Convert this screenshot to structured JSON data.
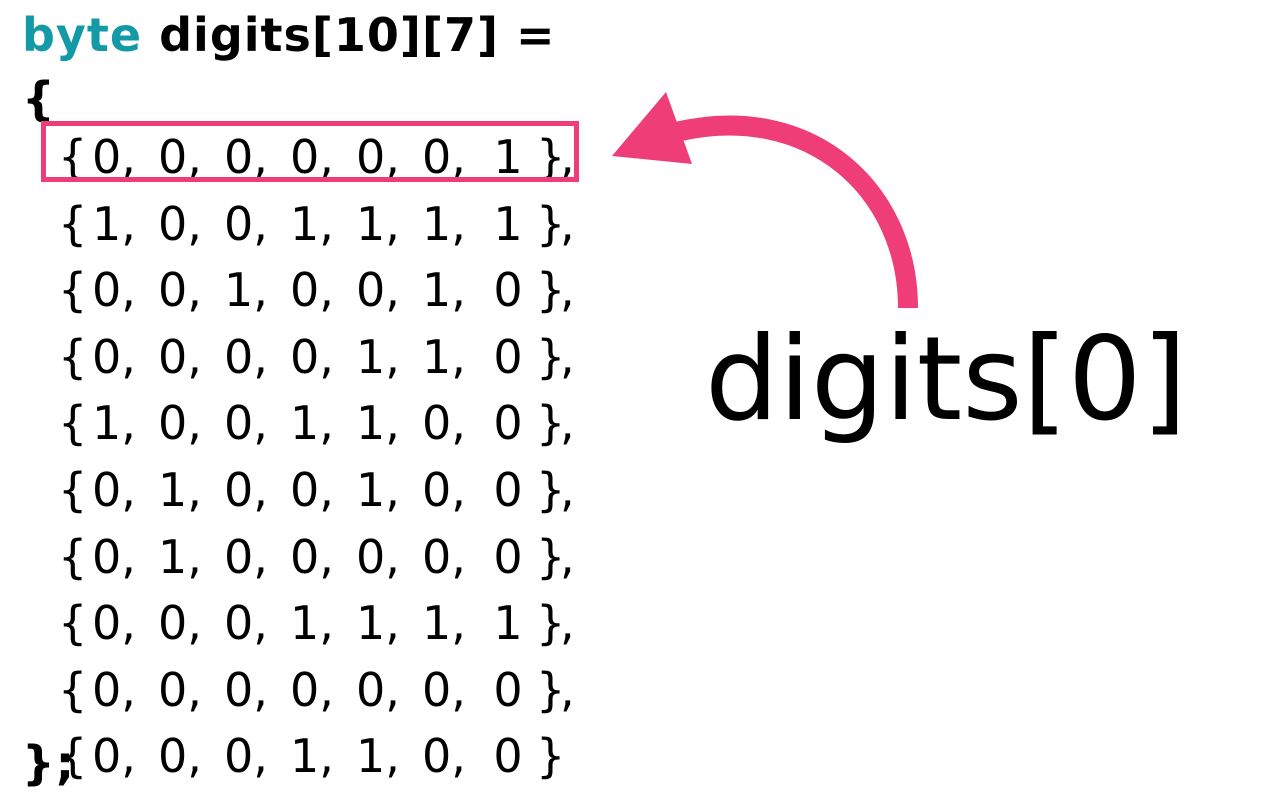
{
  "code": {
    "keyword": "byte",
    "declaration": " digits[10][7] =",
    "open_brace": "{",
    "close_brace": "};",
    "rows": [
      {
        "values": [
          "0",
          "0",
          "0",
          "0",
          "0",
          "0",
          "1"
        ],
        "comma": ","
      },
      {
        "values": [
          "1",
          "0",
          "0",
          "1",
          "1",
          "1",
          "1"
        ],
        "comma": ","
      },
      {
        "values": [
          "0",
          "0",
          "1",
          "0",
          "0",
          "1",
          "0"
        ],
        "comma": ","
      },
      {
        "values": [
          "0",
          "0",
          "0",
          "0",
          "1",
          "1",
          "0"
        ],
        "comma": ","
      },
      {
        "values": [
          "1",
          "0",
          "0",
          "1",
          "1",
          "0",
          "0"
        ],
        "comma": ","
      },
      {
        "values": [
          "0",
          "1",
          "0",
          "0",
          "1",
          "0",
          "0"
        ],
        "comma": ","
      },
      {
        "values": [
          "0",
          "1",
          "0",
          "0",
          "0",
          "0",
          "0"
        ],
        "comma": ","
      },
      {
        "values": [
          "0",
          "0",
          "0",
          "1",
          "1",
          "1",
          "1"
        ],
        "comma": ","
      },
      {
        "values": [
          "0",
          "0",
          "0",
          "0",
          "0",
          "0",
          "0"
        ],
        "comma": ","
      },
      {
        "values": [
          "0",
          "0",
          "0",
          "1",
          "1",
          "0",
          "0"
        ],
        "comma": ""
      }
    ]
  },
  "callout": {
    "label": "digits[0]",
    "highlighted_row": 0
  },
  "colors": {
    "keyword": "#139aa6",
    "highlight": "#ef3d77",
    "text": "#000000",
    "background": "#ffffff"
  }
}
